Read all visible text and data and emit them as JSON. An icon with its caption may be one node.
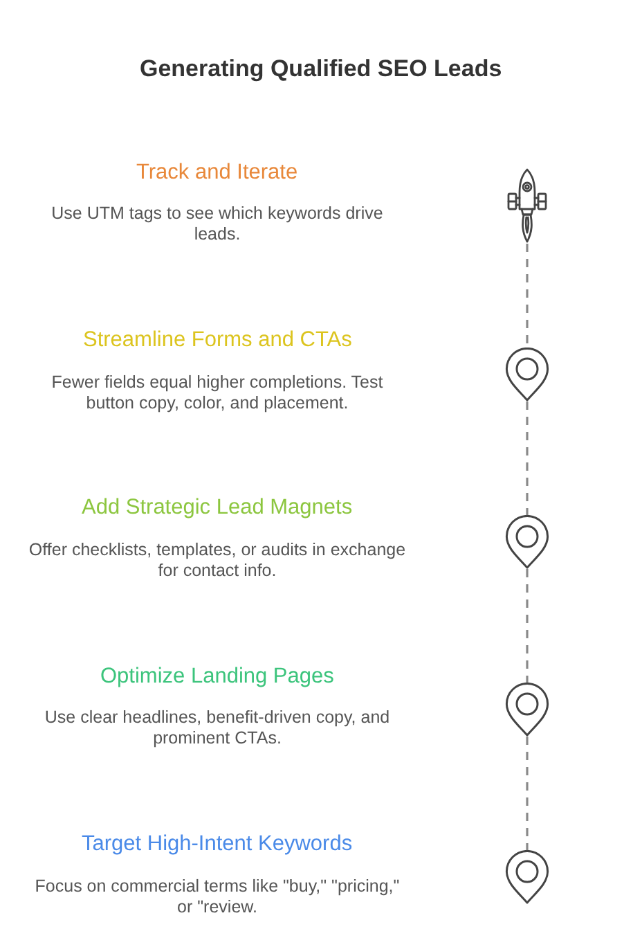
{
  "diagram": {
    "title": "Generating Qualified SEO Leads",
    "nodes": [
      {
        "text": [],
        "shape": "rocket",
        "beside": [
          "Track and Iterate",
          "Use UTM tags to see which keywords drive leads."
        ]
      },
      {
        "text": [],
        "shape": "pin",
        "beside": [
          "Streamline Forms and CTAs",
          "Fewer fields equal higher completions. Test button copy, color, and placement."
        ]
      },
      {
        "text": [],
        "shape": "pin",
        "beside": [
          "Add Strategic Lead Magnets",
          "Offer checklists, templates, or audits in exchange for contact info."
        ]
      },
      {
        "text": [],
        "shape": "pin",
        "beside": [
          "Optimize Landing Pages",
          "Use clear headlines, benefit-driven copy, and prominent CTAs."
        ]
      },
      {
        "text": [],
        "shape": "pin",
        "beside": [
          "Target High-Intent Keywords",
          "Focus on commercial terms like \"buy,\" \"pricing,\" or \"review."
        ]
      }
    ],
    "edges": [
      {
        "from": 0,
        "to": 1,
        "arrow": "none",
        "style": "dashed"
      },
      {
        "from": 1,
        "to": 2,
        "arrow": "none",
        "style": "dashed"
      },
      {
        "from": 2,
        "to": 3,
        "arrow": "none",
        "style": "dashed"
      },
      {
        "from": 3,
        "to": 4,
        "arrow": "none",
        "style": "dashed"
      }
    ]
  }
}
